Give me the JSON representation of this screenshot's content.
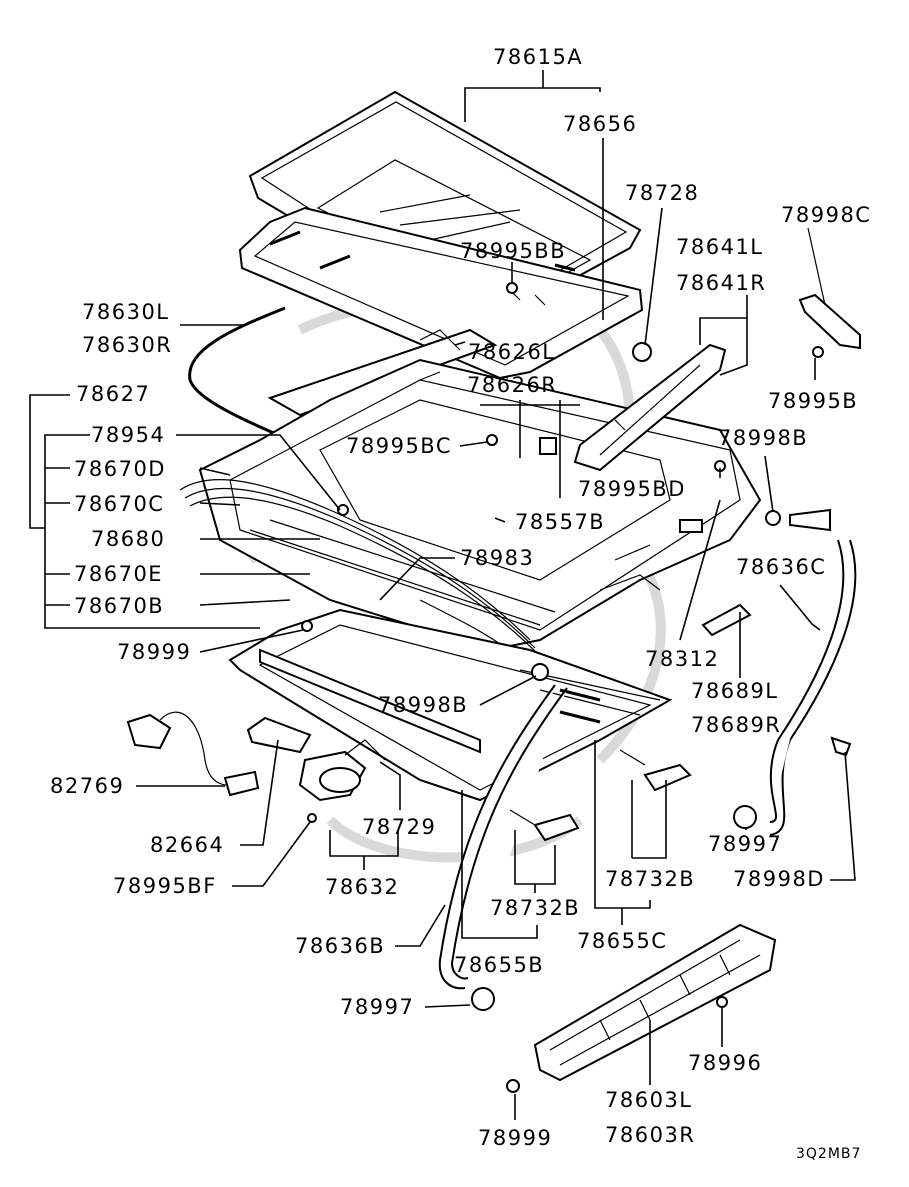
{
  "diagram": {
    "code": "3Q2MB7",
    "labels": {
      "l78615A": "78615A",
      "l78656": "78656",
      "l78728": "78728",
      "l78998C": "78998C",
      "l78995BB": "78995BB",
      "l78641L": "78641L",
      "l78641R": "78641R",
      "l78630L": "78630L",
      "l78630R": "78630R",
      "l78626L": "78626L",
      "l78995B": "78995B",
      "l78627": "78627",
      "l78626R": "78626R",
      "l78954": "78954",
      "l78995BC": "78995BC",
      "l78998B_a": "78998B",
      "l78670D": "78670D",
      "l78995BD": "78995BD",
      "l78670C": "78670C",
      "l78557B": "78557B",
      "l78680": "78680",
      "l78983": "78983",
      "l78636C": "78636C",
      "l78670E": "78670E",
      "l78670B": "78670B",
      "l78312": "78312",
      "l78999_a": "78999",
      "l78689L": "78689L",
      "l78998B_b": "78998B",
      "l78689R": "78689R",
      "l82769": "82769",
      "l78729": "78729",
      "l78997_a": "78997",
      "l82664": "82664",
      "l78732B_a": "78732B",
      "l78998D": "78998D",
      "l78995BF": "78995BF",
      "l78632": "78632",
      "l78732B_b": "78732B",
      "l78636B": "78636B",
      "l78655C": "78655C",
      "l78655B": "78655B",
      "l78997_b": "78997",
      "l78996": "78996",
      "l78603L": "78603L",
      "l78999_b": "78999",
      "l78603R": "78603R"
    }
  }
}
